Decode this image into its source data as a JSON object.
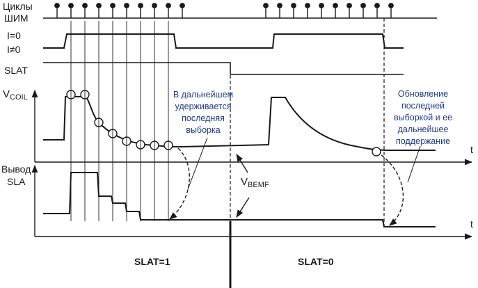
{
  "labels": {
    "pwm_line1": "Циклы",
    "pwm_line2": "ШИМ",
    "i_zero": "I=0",
    "i_nonzero": "I≠0",
    "slat": "SLAT",
    "vcoil_main": "V",
    "vcoil_sub": "COIL",
    "out_line1": "Вывод",
    "out_line2": "SLA",
    "vbemf_main": "V",
    "vbemf_sub": "BEMF",
    "t_axis_1": "t",
    "t_axis_2": "t",
    "slat_one": "SLAT=1",
    "slat_zero": "SLAT=0"
  },
  "annotations": {
    "left": [
      "В дальнейшем",
      "удерживается",
      "последняя",
      "выборка"
    ],
    "right": [
      "Обновление",
      "последней",
      "выборкой и ее",
      "дальнейшее",
      "поддержание"
    ]
  },
  "colors": {
    "ink": "#1a1a1a",
    "annotation": "#1e3a8a"
  }
}
